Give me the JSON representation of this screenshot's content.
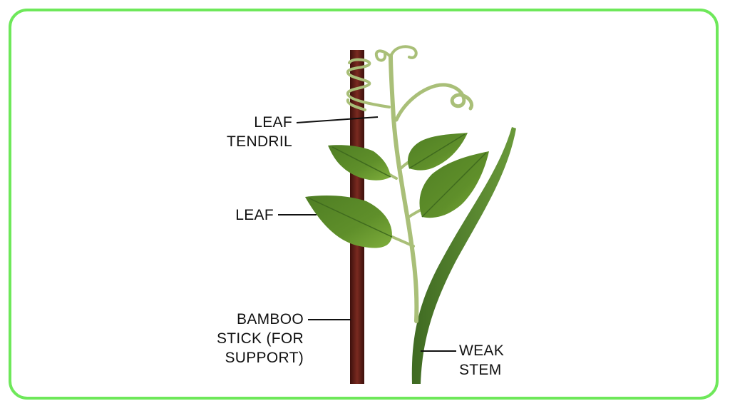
{
  "labels": {
    "leaf_tendril": {
      "line1": "LEAF",
      "line2": "TENDRIL"
    },
    "leaf": {
      "line1": "LEAF"
    },
    "bamboo_stick": {
      "line1": "BAMBOO",
      "line2": "STICK (FOR",
      "line3": "SUPPORT)"
    },
    "weak_stem": {
      "line1": "WEAK",
      "line2": "STEM"
    }
  },
  "colors": {
    "frame": "#6ee85a",
    "stick_dark": "#4a1410",
    "stick_light": "#7a2a20",
    "stem_dark": "#3f6a22",
    "stem_light": "#6a9a3a",
    "tendril": "#a9bf78",
    "leaf_dark": "#3f6a1e",
    "leaf_light": "#7fae3c"
  }
}
